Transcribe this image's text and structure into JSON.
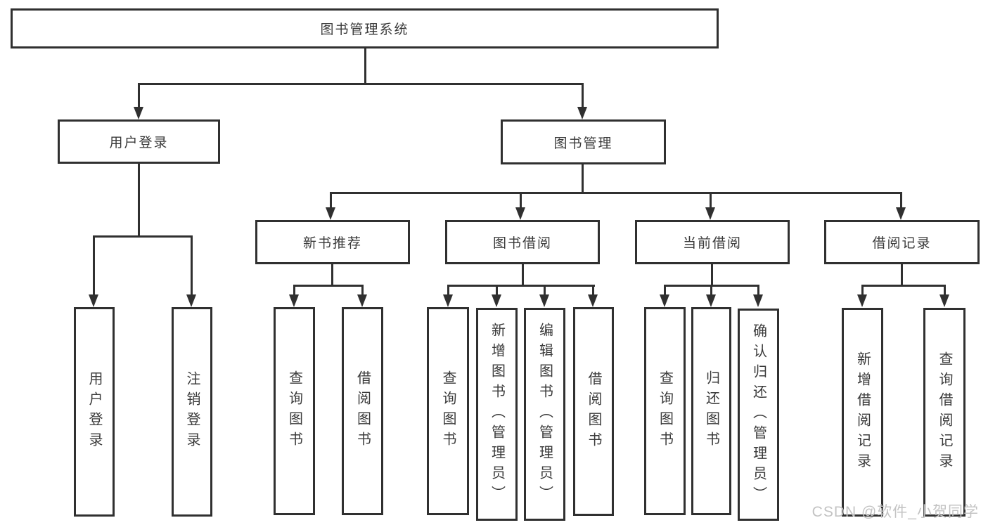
{
  "nodes": {
    "root": "图书管理系统",
    "user_login": "用户登录",
    "book_mgmt": "图书管理",
    "new_book_rec": "新书推荐",
    "book_borrow": "图书借阅",
    "current_borrow": "当前借阅",
    "borrow_records": "借阅记录",
    "leaf_user_login": "用户登录",
    "leaf_logout": "注销登录",
    "leaf_nb_query": "查询图书",
    "leaf_nb_borrow": "借阅图书",
    "leaf_bb_query": "查询图书",
    "leaf_bb_add": "新增图书（管理员）",
    "leaf_bb_edit": "编辑图书（管理员）",
    "leaf_bb_borrow": "借阅图书",
    "leaf_cb_query": "查询图书",
    "leaf_cb_return": "归还图书",
    "leaf_cb_confirm": "确认归还（管理员）",
    "leaf_br_add": "新增借阅记录",
    "leaf_br_query": "查询借阅记录"
  },
  "watermark": "CSDN @软件_小贺同学",
  "colors": {
    "line": "#303030",
    "text": "#3a3a3a",
    "background": "#ffffff",
    "watermark": "#c3c3c3"
  }
}
